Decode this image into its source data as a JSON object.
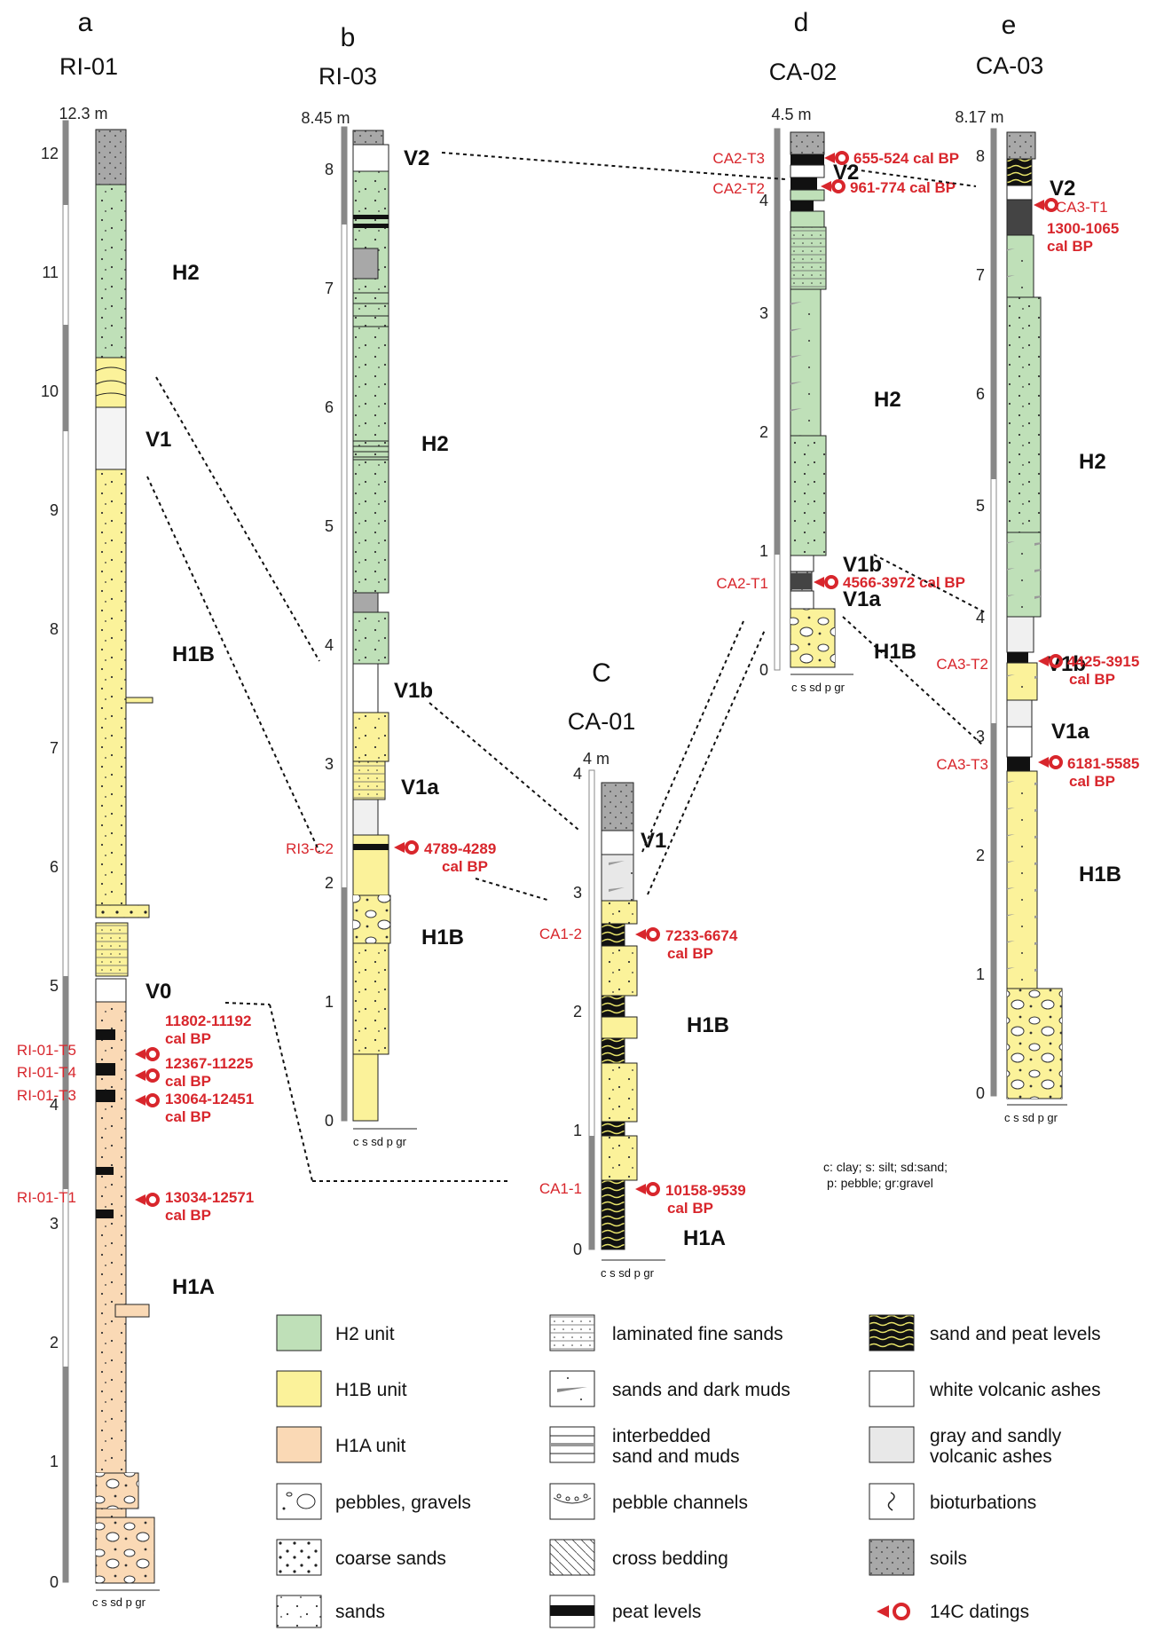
{
  "sections": [
    {
      "letter": "a",
      "name": "RI-01",
      "height": "12.3 m",
      "ticks": [
        "0",
        "1",
        "2",
        "3",
        "4",
        "5",
        "6",
        "7",
        "8",
        "9",
        "10",
        "11",
        "12"
      ]
    },
    {
      "letter": "b",
      "name": "RI-03",
      "height": "8.45 m",
      "ticks": [
        "0",
        "1",
        "2",
        "3",
        "4",
        "5",
        "6",
        "7",
        "8"
      ]
    },
    {
      "letter": "C",
      "name": "CA-01",
      "height": "4 m",
      "ticks": [
        "0",
        "1",
        "2",
        "3",
        "4"
      ]
    },
    {
      "letter": "d",
      "name": "CA-02",
      "height": "4.5 m",
      "ticks": [
        "0",
        "1",
        "2",
        "3",
        "4"
      ]
    },
    {
      "letter": "e",
      "name": "CA-03",
      "height": "8.17 m",
      "ticks": [
        "0",
        "1",
        "2",
        "3",
        "4",
        "5",
        "6",
        "7",
        "8"
      ]
    }
  ],
  "grain_scale": "c s sd p gr",
  "units": {
    "a": [
      "H2",
      "V1",
      "H1B",
      "V0",
      "H1A"
    ],
    "b": [
      "V2",
      "H2",
      "V1b",
      "V1a",
      "H1B"
    ],
    "c": [
      "V1",
      "H1B",
      "H1A"
    ],
    "d": [
      "V2",
      "H2",
      "V1b",
      "V1a",
      "H1B"
    ],
    "e": [
      "V2",
      "H2",
      "V1b",
      "V1a",
      "H1B"
    ]
  },
  "samples": {
    "a": [
      "RI-01-T5",
      "RI-01-T4",
      "RI-01-T3",
      "RI-01-T1"
    ],
    "b": [
      "RI3-C2"
    ],
    "c": [
      "CA1-2",
      "CA1-1"
    ],
    "d": [
      "CA2-T3",
      "CA2-T2",
      "CA2-T1"
    ],
    "e": [
      "CA3-T1",
      "CA3-T2",
      "CA3-T3"
    ]
  },
  "dates": {
    "a": [
      [
        "11802-11192",
        "cal BP"
      ],
      [
        "12367-11225",
        "cal BP"
      ],
      [
        "13064-12451",
        "cal BP"
      ],
      [
        "13034-12571",
        "cal BP"
      ]
    ],
    "b": [
      [
        "4789-4289",
        "cal BP"
      ]
    ],
    "c": [
      [
        "7233-6674",
        "cal BP"
      ],
      [
        "10158-9539",
        "cal BP"
      ]
    ],
    "d": [
      "655-524 cal BP",
      "961-774 cal BP",
      "4566-3972 cal BP"
    ],
    "e": [
      [
        "1300-1065",
        "cal BP"
      ],
      [
        "4425-3915",
        "cal BP"
      ],
      [
        "6181-5585",
        "cal BP"
      ]
    ]
  },
  "note": [
    "c: clay; s: silt; sd:sand;",
    "p: pebble; gr:gravel"
  ],
  "legend": [
    [
      "H2 unit",
      "H1B unit",
      "H1A unit",
      "pebbles, gravels",
      "coarse sands",
      "sands"
    ],
    [
      "laminated fine sands",
      "sands and dark muds",
      [
        "interbedded",
        "sand and muds"
      ],
      "pebble channels",
      "cross bedding",
      "peat levels"
    ],
    [
      "sand and peat levels",
      "white volcanic ashes",
      [
        "gray and sandly",
        "volcanic ashes"
      ],
      "bioturbations",
      "soils",
      "14C datings"
    ]
  ],
  "colors": {
    "h2": "#bfe0b8",
    "h1b": "#fbf29a",
    "h1a": "#fad9b5",
    "soil": "#a8a8a8",
    "ash_gray": "#e8e8e8",
    "red": "#d8262c"
  }
}
